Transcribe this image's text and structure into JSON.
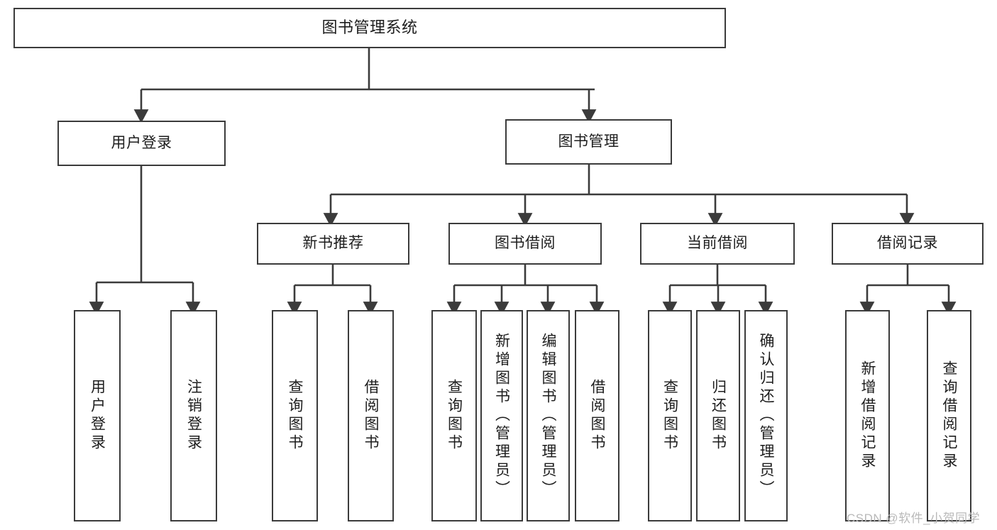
{
  "diagram": {
    "title": "图书管理系统",
    "watermark": "CSDN @软件_小贺同学",
    "colors": {
      "border": "#3b3b3b",
      "background": "#ffffff",
      "text": "#1d1d1d",
      "connector": "#3b3b3b",
      "watermark": "#b9b9b9"
    },
    "nodes": {
      "root": {
        "label": "图书管理系统"
      },
      "level1": [
        {
          "id": "user-login",
          "label": "用户登录"
        },
        {
          "id": "book-manage",
          "label": "图书管理"
        }
      ],
      "level2": [
        {
          "id": "new-book-recommend",
          "label": "新书推荐"
        },
        {
          "id": "book-borrow",
          "label": "图书借阅"
        },
        {
          "id": "current-borrow",
          "label": "当前借阅"
        },
        {
          "id": "borrow-record",
          "label": "借阅记录"
        }
      ],
      "leaves": {
        "user_login": [
          {
            "id": "leaf-user-login",
            "label": "用户登录"
          },
          {
            "id": "leaf-logout",
            "label": "注销登录"
          }
        ],
        "new_book_recommend": [
          {
            "id": "leaf-query-book-1",
            "label": "查询图书"
          },
          {
            "id": "leaf-borrow-book-1",
            "label": "借阅图书"
          }
        ],
        "book_borrow": [
          {
            "id": "leaf-query-book-2",
            "label": "查询图书"
          },
          {
            "id": "leaf-add-book",
            "label": "新增图书（管理员）"
          },
          {
            "id": "leaf-edit-book",
            "label": "编辑图书（管理员）"
          },
          {
            "id": "leaf-borrow-book-2",
            "label": "借阅图书"
          }
        ],
        "current_borrow": [
          {
            "id": "leaf-query-book-3",
            "label": "查询图书"
          },
          {
            "id": "leaf-return-book",
            "label": "归还图书"
          },
          {
            "id": "leaf-confirm-return",
            "label": "确认归还（管理员）"
          }
        ],
        "borrow_record": [
          {
            "id": "leaf-add-record",
            "label": "新增借阅记录"
          },
          {
            "id": "leaf-query-record",
            "label": "查询借阅记录"
          }
        ]
      }
    }
  }
}
